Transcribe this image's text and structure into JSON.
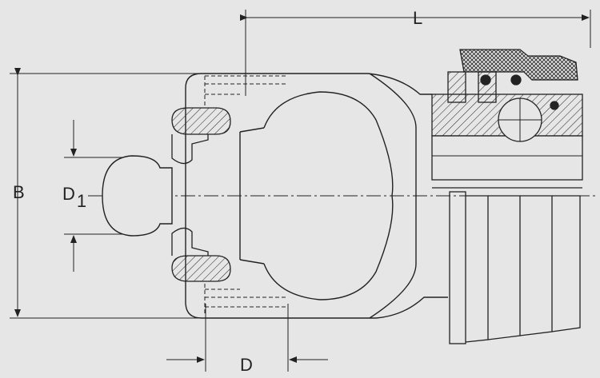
{
  "labels": {
    "L": "L",
    "B": "B",
    "D1_main": "D",
    "D1_sub": "1",
    "D": "D"
  },
  "colors": {
    "background": "#e6e6e6",
    "stroke": "#222222"
  }
}
